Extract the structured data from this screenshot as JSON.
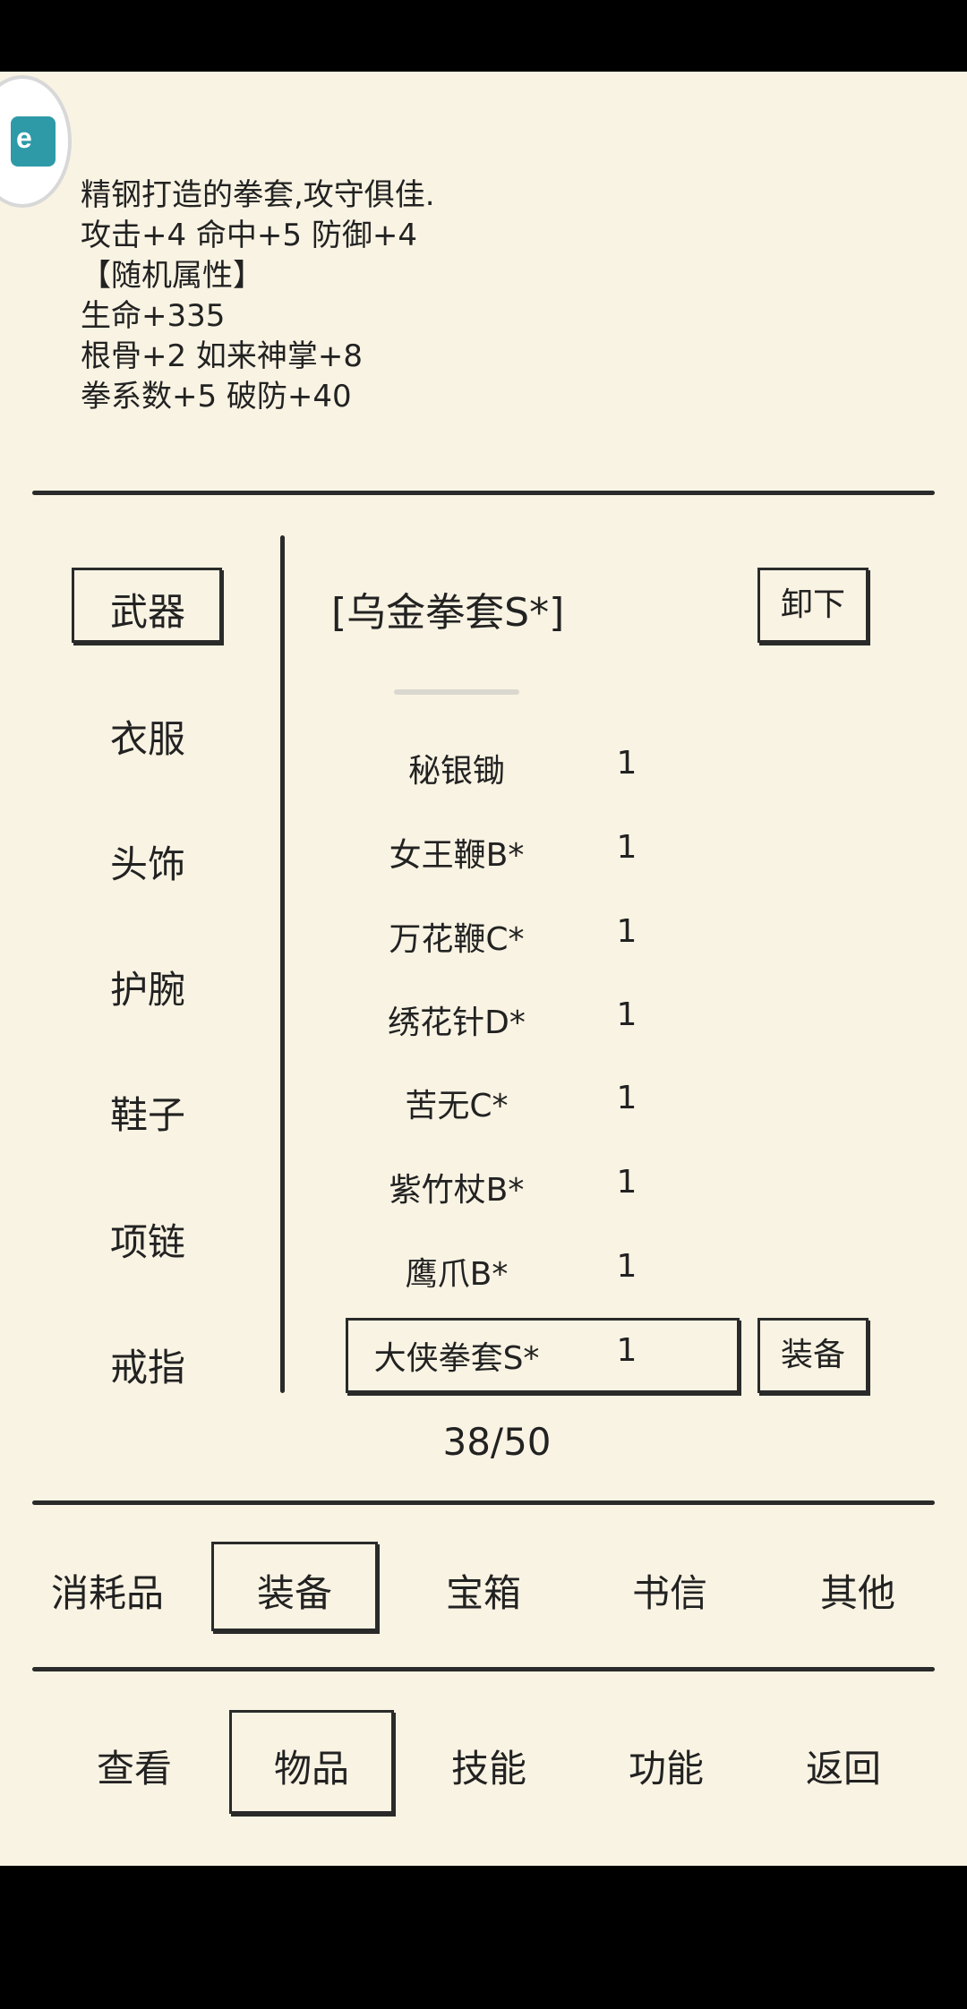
{
  "item_description": {
    "lines": [
      "精钢打造的拳套,攻守俱佳.",
      "攻击+4 命中+5 防御+4",
      "【随机属性】",
      "生命+335",
      "根骨+2 如来神掌+8",
      "拳系数+5 破防+40"
    ]
  },
  "categories": [
    "武器",
    "衣服",
    "头饰",
    "护腕",
    "鞋子",
    "项链",
    "戒指"
  ],
  "equipped": {
    "name": "[乌金拳套S*]",
    "unequip_label": "卸下"
  },
  "inventory": [
    {
      "name": "秘银锄",
      "qty": "1"
    },
    {
      "name": "女王鞭B*",
      "qty": "1"
    },
    {
      "name": "万花鞭C*",
      "qty": "1"
    },
    {
      "name": "绣花针D*",
      "qty": "1"
    },
    {
      "name": "苦无C*",
      "qty": "1"
    },
    {
      "name": "紫竹杖B*",
      "qty": "1"
    },
    {
      "name": "鹰爪B*",
      "qty": "1"
    },
    {
      "name": "大侠拳套S*",
      "qty": "1"
    }
  ],
  "equip_label": "装备",
  "capacity": "38/50",
  "item_tabs": [
    "消耗品",
    "装备",
    "宝箱",
    "书信",
    "其他"
  ],
  "nav_tabs": [
    "查看",
    "物品",
    "技能",
    "功能",
    "返回"
  ],
  "avatar_text": "e"
}
